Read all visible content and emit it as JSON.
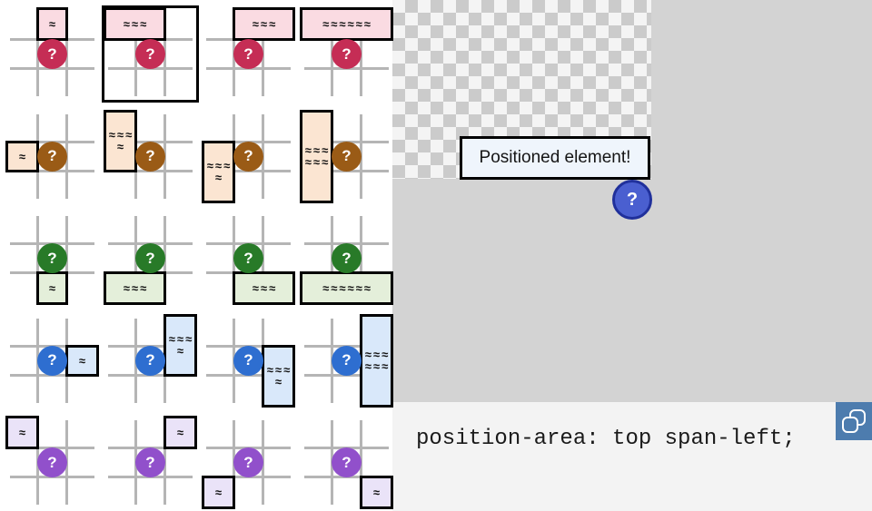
{
  "preview": {
    "positioned_label": "Positioned element!",
    "anchor_symbol": "?"
  },
  "code_bar": {
    "code": "position-area: top span-left;"
  },
  "picker": {
    "question_symbol": "?",
    "squiggle_char": "≈",
    "options": [
      {
        "value": "top",
        "group": "top",
        "selected": false,
        "cols": [
          1,
          1
        ],
        "rows": [
          0,
          0
        ]
      },
      {
        "value": "top span-left",
        "group": "top",
        "selected": true,
        "cols": [
          0,
          1
        ],
        "rows": [
          0,
          0
        ]
      },
      {
        "value": "top span-right",
        "group": "top",
        "selected": false,
        "cols": [
          1,
          2
        ],
        "rows": [
          0,
          0
        ]
      },
      {
        "value": "top span-all",
        "group": "top",
        "selected": false,
        "cols": [
          0,
          2
        ],
        "rows": [
          0,
          0
        ]
      },
      {
        "value": "left",
        "group": "left",
        "selected": false,
        "cols": [
          0,
          0
        ],
        "rows": [
          1,
          1
        ]
      },
      {
        "value": "left span-top",
        "group": "left",
        "selected": false,
        "cols": [
          0,
          0
        ],
        "rows": [
          0,
          1
        ]
      },
      {
        "value": "left span-bottom",
        "group": "left",
        "selected": false,
        "cols": [
          0,
          0
        ],
        "rows": [
          1,
          2
        ]
      },
      {
        "value": "left span-all",
        "group": "left",
        "selected": false,
        "cols": [
          0,
          0
        ],
        "rows": [
          0,
          2
        ]
      },
      {
        "value": "bottom",
        "group": "bottom",
        "selected": false,
        "cols": [
          1,
          1
        ],
        "rows": [
          2,
          2
        ]
      },
      {
        "value": "bottom span-left",
        "group": "bottom",
        "selected": false,
        "cols": [
          0,
          1
        ],
        "rows": [
          2,
          2
        ]
      },
      {
        "value": "bottom span-right",
        "group": "bottom",
        "selected": false,
        "cols": [
          1,
          2
        ],
        "rows": [
          2,
          2
        ]
      },
      {
        "value": "bottom span-all",
        "group": "bottom",
        "selected": false,
        "cols": [
          0,
          2
        ],
        "rows": [
          2,
          2
        ]
      },
      {
        "value": "right",
        "group": "right",
        "selected": false,
        "cols": [
          2,
          2
        ],
        "rows": [
          1,
          1
        ]
      },
      {
        "value": "right span-top",
        "group": "right",
        "selected": false,
        "cols": [
          2,
          2
        ],
        "rows": [
          0,
          1
        ]
      },
      {
        "value": "right span-bottom",
        "group": "right",
        "selected": false,
        "cols": [
          2,
          2
        ],
        "rows": [
          1,
          2
        ]
      },
      {
        "value": "right span-all",
        "group": "right",
        "selected": false,
        "cols": [
          2,
          2
        ],
        "rows": [
          0,
          2
        ]
      },
      {
        "value": "top left",
        "group": "corner",
        "selected": false,
        "cols": [
          0,
          0
        ],
        "rows": [
          0,
          0
        ]
      },
      {
        "value": "top right",
        "group": "corner",
        "selected": false,
        "cols": [
          2,
          2
        ],
        "rows": [
          0,
          0
        ]
      },
      {
        "value": "bottom left",
        "group": "corner",
        "selected": false,
        "cols": [
          0,
          0
        ],
        "rows": [
          2,
          2
        ]
      },
      {
        "value": "bottom right",
        "group": "corner",
        "selected": false,
        "cols": [
          2,
          2
        ],
        "rows": [
          2,
          2
        ]
      }
    ]
  },
  "colors": {
    "top": {
      "circle": "#c52d55",
      "box": "#fadbe2"
    },
    "left": {
      "circle": "#9a5b16",
      "box": "#fbe5d2"
    },
    "bottom": {
      "circle": "#287a28",
      "box": "#e4efda"
    },
    "right": {
      "circle": "#2e6ed0",
      "box": "#d9e8fa"
    },
    "corner": {
      "circle": "#9150cb",
      "box": "#eae3f8"
    },
    "grid_line": "#b5b5b5",
    "anchor_fill": "#4a5fd0",
    "anchor_border": "#20309b",
    "copy_button": "#4d7cae",
    "preview_bg": "#d3d3d3",
    "code_bar_bg": "#f3f3f3"
  }
}
